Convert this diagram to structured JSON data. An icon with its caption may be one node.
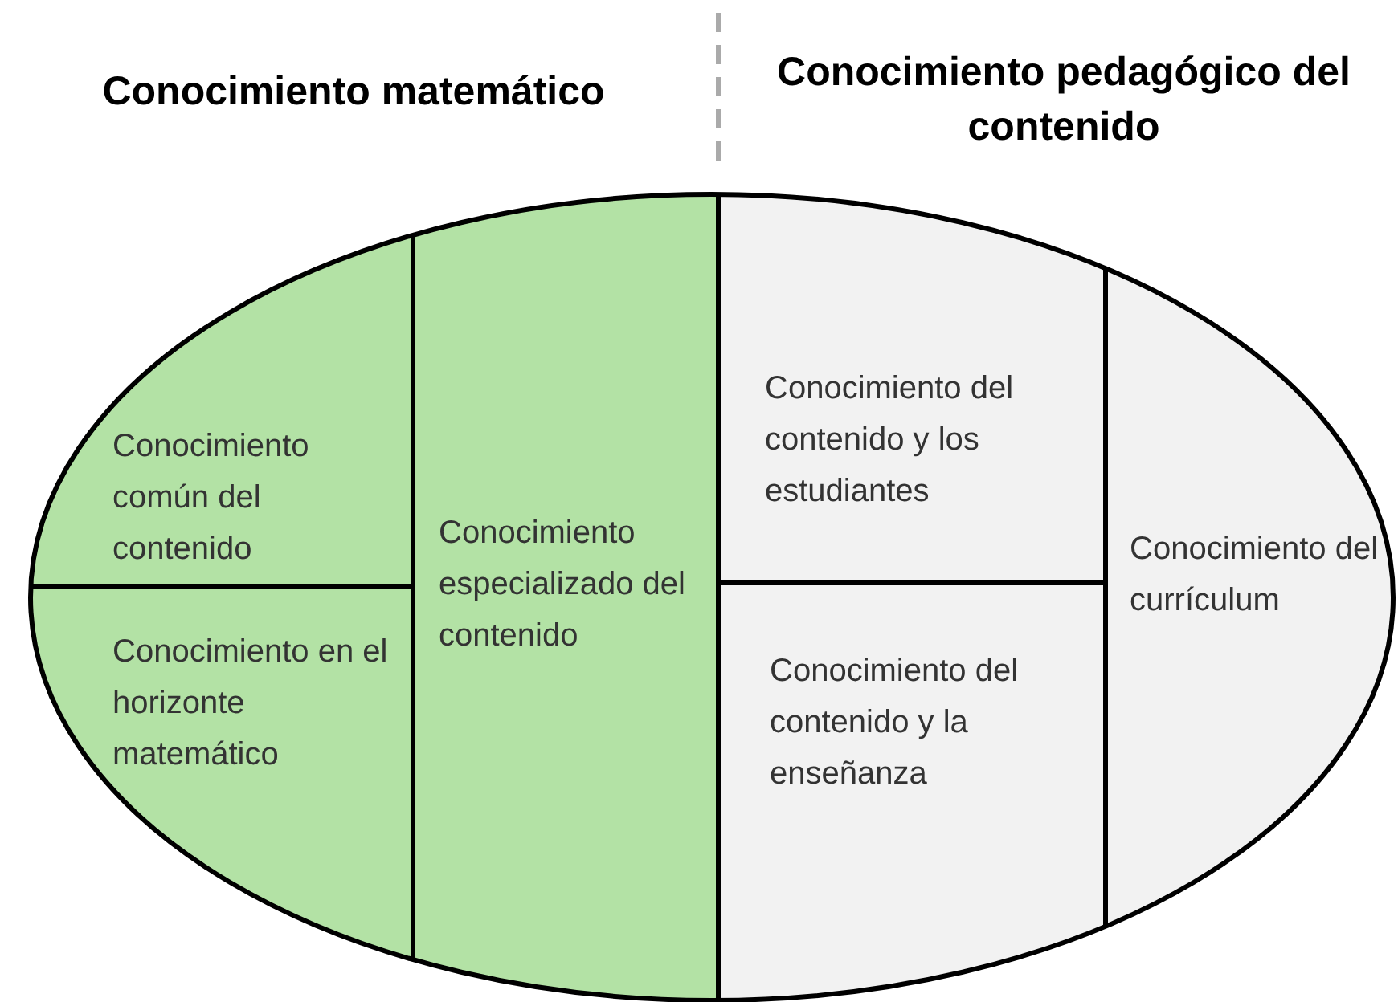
{
  "diagram": {
    "nodes": [
      {
        "text": [
          "Conocimiento común del contenido"
        ]
      },
      {
        "text": [
          "Conocimiento en el horizonte matemático"
        ]
      },
      {
        "text": [
          "Conocimiento especializado del contenido"
        ]
      },
      {
        "text": [
          "Conocimiento del contenido y los estudiantes"
        ]
      },
      {
        "text": [
          "Conocimiento del contenido y la enseñanza"
        ]
      },
      {
        "text": [
          "Conocimiento del currículum"
        ]
      }
    ],
    "edges": [],
    "labels": [
      "Conocimiento matemático",
      "Conocimiento pedagógico del contenido"
    ]
  }
}
